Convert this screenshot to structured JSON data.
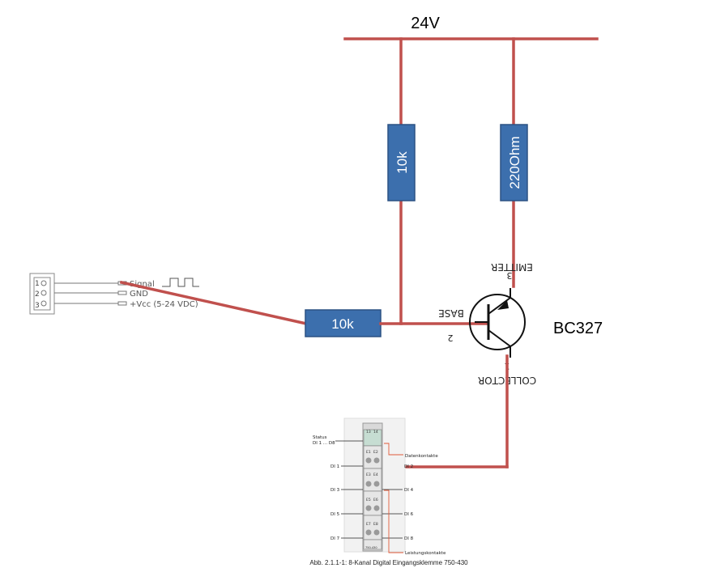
{
  "supply_label": "24V",
  "resistors": {
    "r_base_pullup": "10k",
    "r_emitter": "220Ohm",
    "r_series": "10k"
  },
  "transistor": {
    "part": "BC327",
    "emitter_label": "EMITTER",
    "emitter_pin": "3",
    "base_label": "BASE",
    "base_pin": "2",
    "collector_label": "COLLECTOR",
    "collector_pin": "1"
  },
  "sensor": {
    "pins": [
      "1",
      "2",
      "3"
    ],
    "signal_label": "Signal",
    "gnd_label": "GND",
    "vcc_label": "+Vcc (5-24 VDC)"
  },
  "terminal": {
    "status_label": "Status",
    "status_sub": "DI 1 ... D8",
    "left_labels": [
      "DI 1",
      "DI 3",
      "DI 5",
      "DI 7"
    ],
    "right_labels": [
      "DI 2",
      "DI 4",
      "DI 6",
      "DI 8"
    ],
    "cell_labels": [
      "13",
      "14",
      "E1",
      "E2",
      "E3",
      "E4",
      "E5",
      "E6",
      "E7",
      "E8"
    ],
    "datenkontakte": "Datenkontakte",
    "leistungskontakte": "Leistungskontakte",
    "module_id": "750-430",
    "caption": "Abb. 2.1.1-1: 8-Kanal Digital Eingangsklemme 750-430"
  },
  "colors": {
    "wire": "#c0504d",
    "resistor": "#3c6fad",
    "terminal_accent": "#e05a3a"
  }
}
